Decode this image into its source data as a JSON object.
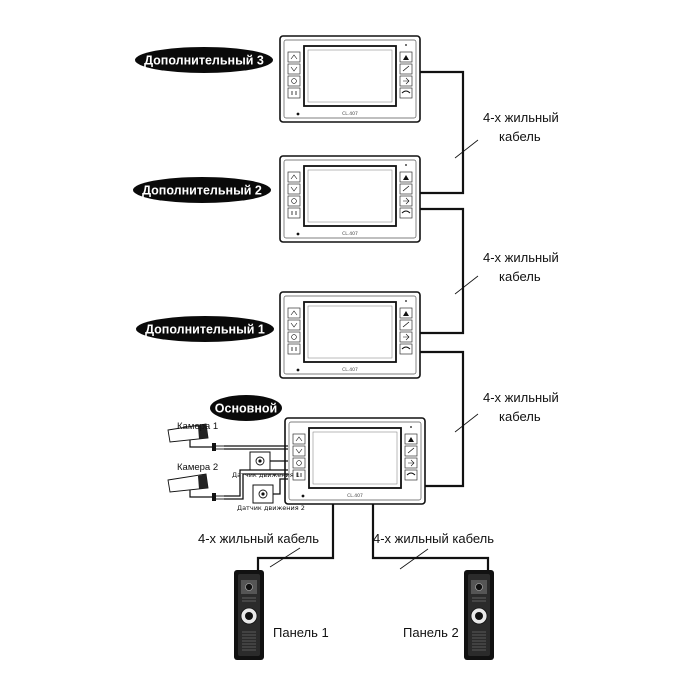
{
  "monitors": [
    {
      "label": "Дополнительный 3",
      "brand": "CL.407"
    },
    {
      "label": "Дополнительный 2",
      "brand": "CL.407"
    },
    {
      "label": "Дополнительный 1",
      "brand": "CL.407"
    },
    {
      "label": "Основной",
      "brand": "CL.407"
    }
  ],
  "cable_labels": {
    "between_3_2": [
      "4-х жильный",
      "кабель"
    ],
    "between_2_1": [
      "4-х жильный",
      "кабель"
    ],
    "between_1_main": [
      "4-х жильный",
      "кабель"
    ],
    "panel_1": "4-х жильный кабель",
    "panel_2": "4-х жильный кабель"
  },
  "cameras": [
    {
      "label": "Камера 1",
      "sensor": "Датчик движения 1"
    },
    {
      "label": "Камера 2",
      "sensor": "Датчик движения 2"
    }
  ],
  "panels": [
    {
      "label": "Панель 1"
    },
    {
      "label": "Панель 2"
    }
  ]
}
